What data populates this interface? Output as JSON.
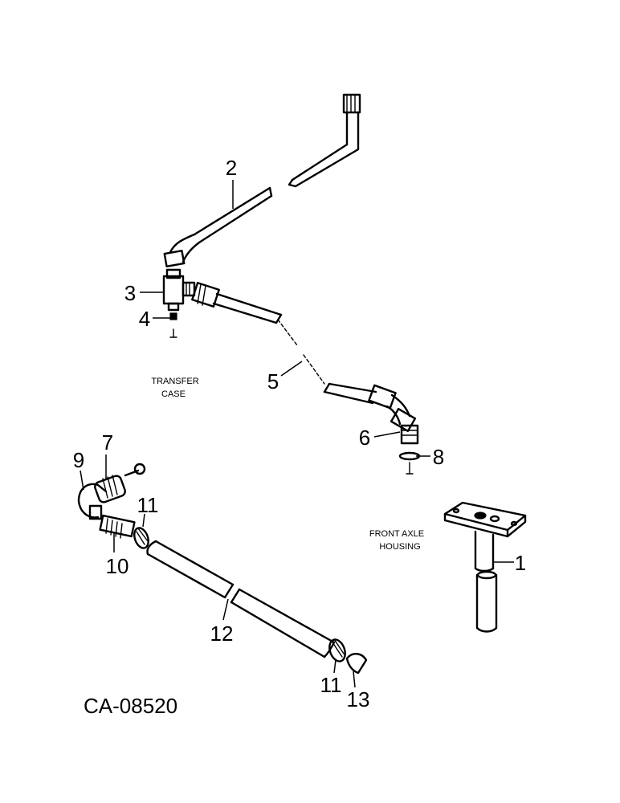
{
  "drawing_number": "CA-08520",
  "area_labels": {
    "transfer_case": [
      "TRANSFER",
      "CASE"
    ],
    "front_axle_housing": [
      "FRONT AXLE",
      "HOUSING"
    ]
  },
  "callouts": {
    "c1": "1",
    "c2": "2",
    "c3": "3",
    "c4": "4",
    "c5": "5",
    "c6": "6",
    "c7": "7",
    "c8": "8",
    "c9": "9",
    "c10": "10",
    "c11a": "11",
    "c11b": "11",
    "c12": "12",
    "c13": "13"
  }
}
